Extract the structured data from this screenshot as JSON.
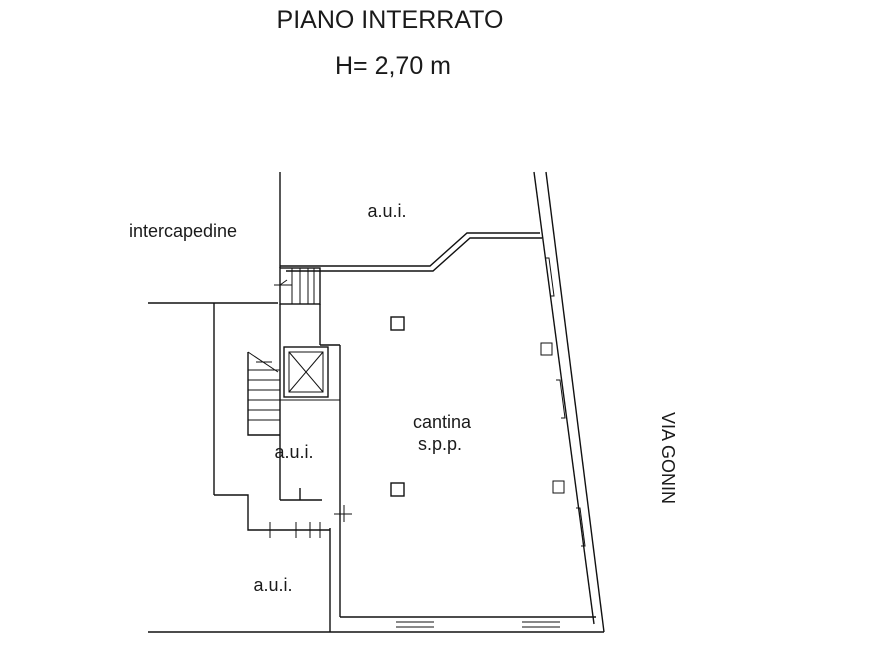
{
  "header": {
    "title": "PIANO INTERRATO",
    "height_label": "H= 2,70 m"
  },
  "rooms": {
    "aui_top": "a.u.i.",
    "intercapedine": "intercapedine",
    "cantina": "cantina",
    "cantina_spp": "s.p.p.",
    "aui_middle": "a.u.i.",
    "aui_bottom": "a.u.i."
  },
  "street": {
    "name": "VIA GONIN"
  }
}
